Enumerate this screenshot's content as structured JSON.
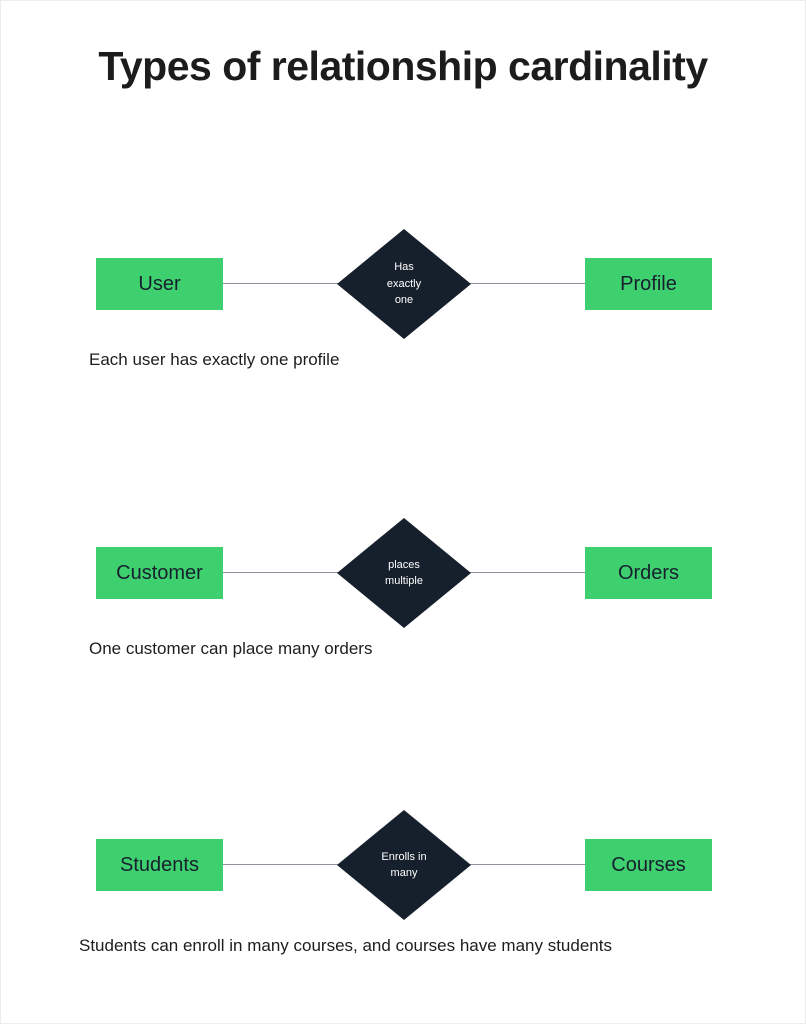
{
  "page": {
    "title": "Types of relationship cardinality"
  },
  "colors": {
    "entity_green": "#3ecf6e",
    "diamond_navy": "#161f2c",
    "text_dark": "#17212e",
    "background": "#ffffff",
    "connector_gray": "#8d939c"
  },
  "rows": [
    {
      "left": "User",
      "relationship": "Has\nexactly\none",
      "right": "Profile",
      "caption": "Each user has exactly one profile"
    },
    {
      "left": "Customer",
      "relationship": "places\nmultiple",
      "right": "Orders",
      "caption": "One customer can place many orders"
    },
    {
      "left": "Students",
      "relationship": "Enrolls in\nmany",
      "right": "Courses",
      "caption": "Students can enroll in many courses, and courses have many students"
    }
  ]
}
